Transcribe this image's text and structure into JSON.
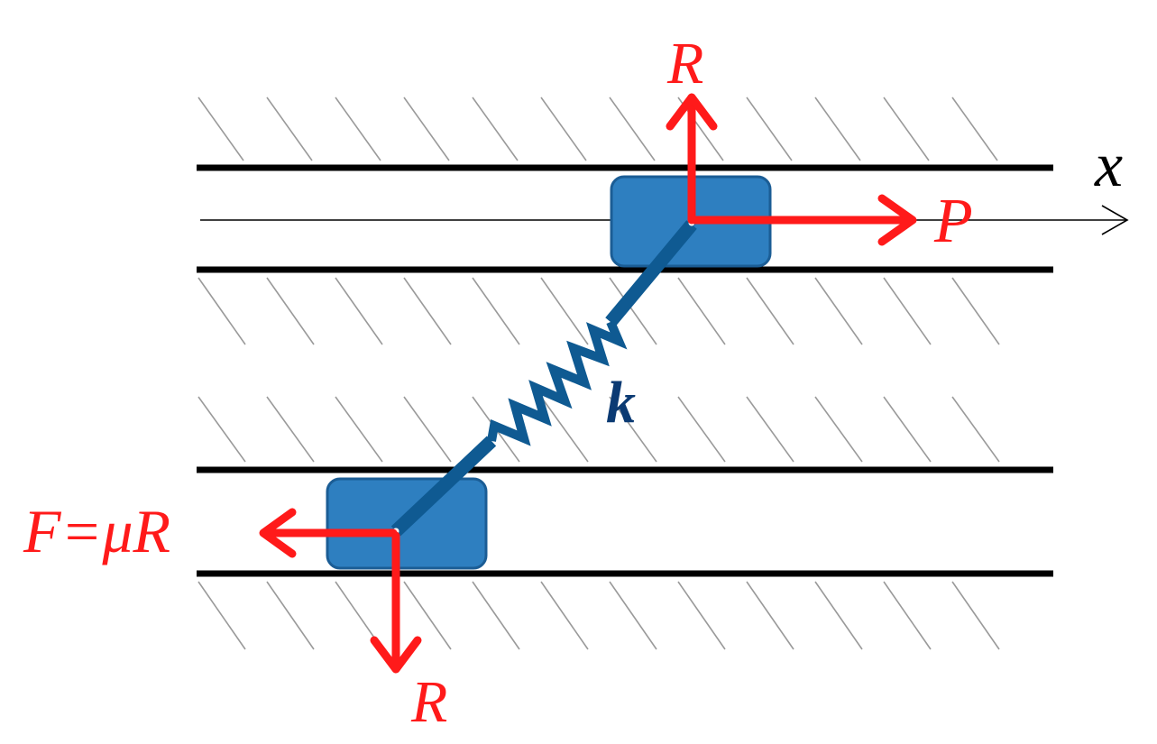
{
  "labels": {
    "reaction_top": "R",
    "reaction_bottom": "R",
    "axis_x": "x",
    "force_p": "P",
    "friction": "F=μR",
    "spring_constant": "k"
  },
  "colors": {
    "force_arrow": "#ff1a1a",
    "block_fill": "#2e7fc0",
    "block_stroke": "#1b5d95",
    "spring": "#0f5a92",
    "rail": "#000000",
    "hatch": "#9a9a9a",
    "spring_label": "#0b3a73"
  }
}
